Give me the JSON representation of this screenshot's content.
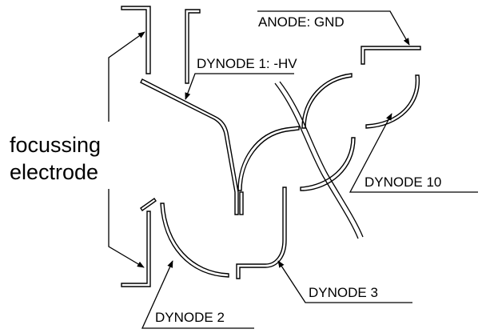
{
  "labels": {
    "anode": "ANODE: GND",
    "dynode1": "DYNODE 1: -HV",
    "dynode10": "DYNODE 10",
    "dynode3": "DYNODE 3",
    "dynode2": "DYNODE 2",
    "focus_line1": "focussing",
    "focus_line2": "electrode"
  }
}
